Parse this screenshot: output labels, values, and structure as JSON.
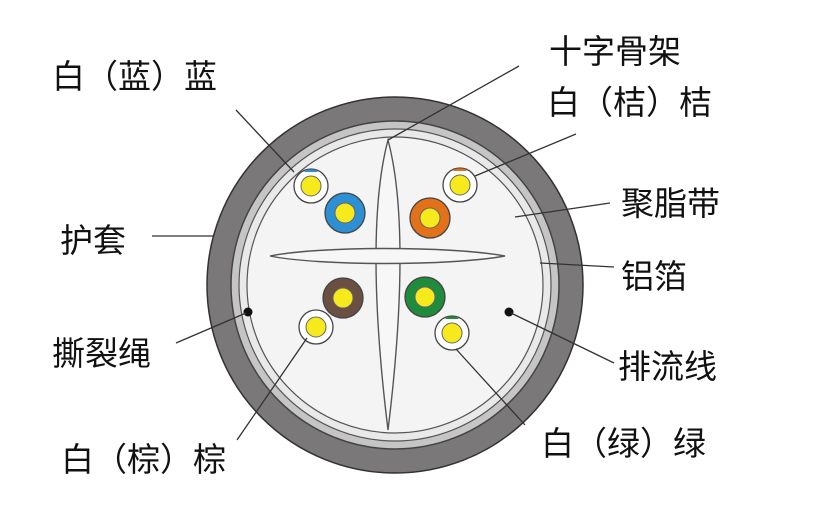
{
  "diagram": {
    "labels": {
      "white_blue": "白（蓝）蓝",
      "cross_skeleton": "十字骨架",
      "white_orange": "白（桔）桔",
      "polyester_tape": "聚脂带",
      "sheath": "护套",
      "aluminum_foil": "铝箔",
      "rip_cord": "撕裂绳",
      "drain_wire": "排流线",
      "white_green": "白（绿）绿",
      "white_brown": "白（棕）棕"
    },
    "colors": {
      "sheath": "#7a7878",
      "shield_layer": "#c6c5c5",
      "inner_fill": "#f2f2f2",
      "conductor": "#f7ea1c",
      "blue": "#2d8fd4",
      "orange": "#e27119",
      "brown": "#6a4f42",
      "green": "#1f8b3c",
      "white_insulation": "#ffffff",
      "outline": "#333333"
    }
  }
}
